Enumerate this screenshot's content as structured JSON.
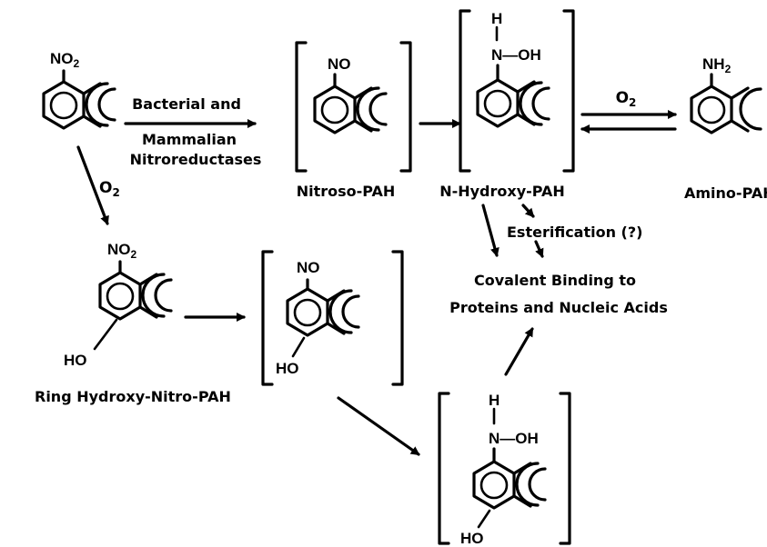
{
  "structures": {
    "nitro_pah": {
      "group": "NO2"
    },
    "nitroso_pah": {
      "group": "NO",
      "label": "Nitroso-PAH"
    },
    "n_hydroxy_pah": {
      "h": "H",
      "group": "N—OH",
      "label": "N-Hydroxy-PAH"
    },
    "amino_pah": {
      "group": "NH2",
      "label": "Amino-PAH"
    },
    "ring_hydroxy_nitro_pah": {
      "group": "NO2",
      "ho": "HO",
      "label": "Ring Hydroxy-Nitro-PAH"
    },
    "ring_hydroxy_nitroso_pah": {
      "group": "NO",
      "ho": "HO"
    },
    "ring_hydroxy_n_hydroxy_pah": {
      "h": "H",
      "group": "N—OH",
      "ho": "HO"
    }
  },
  "arrows": {
    "reduction_line1": "Bacterial and",
    "reduction_line2": "Mammalian",
    "reduction_line3": "Nitroreductases",
    "oxidation_o2": "O2",
    "amino_o2": "O2",
    "esterification": "Esterification (?)"
  },
  "outcome": {
    "line1": "Covalent Binding to",
    "line2": "Proteins and Nucleic Acids"
  }
}
